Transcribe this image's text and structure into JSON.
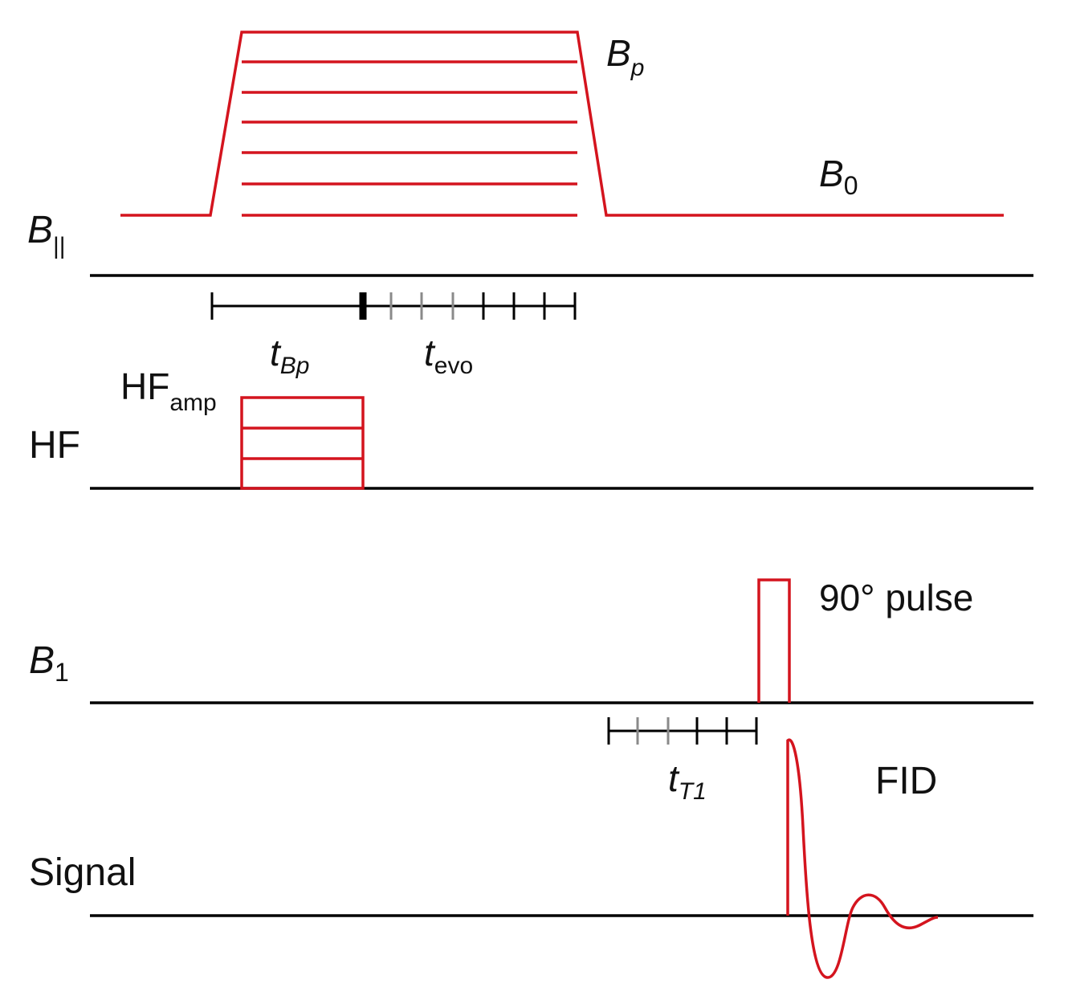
{
  "colors": {
    "pulse": "#d4141e",
    "baseline": "#000000",
    "tick_grey": "#8a8a8a"
  },
  "labels": {
    "b_parallel": {
      "main": "B",
      "sub": "||"
    },
    "b_p": {
      "main": "B",
      "sub": "p"
    },
    "b_0": {
      "main": "B",
      "sub": "0"
    },
    "t_bp": {
      "main": "t",
      "sub": "Bp"
    },
    "t_evo": {
      "main": "t",
      "sub": "evo"
    },
    "hf_amp": {
      "main": "HF",
      "sub": "amp"
    },
    "hf": "HF",
    "pulse_90": "90° pulse",
    "b_1": {
      "main": "B",
      "sub": "1"
    },
    "t_t1": {
      "main": "t",
      "sub": "T1"
    },
    "fid": "FID",
    "signal": "Signal"
  }
}
